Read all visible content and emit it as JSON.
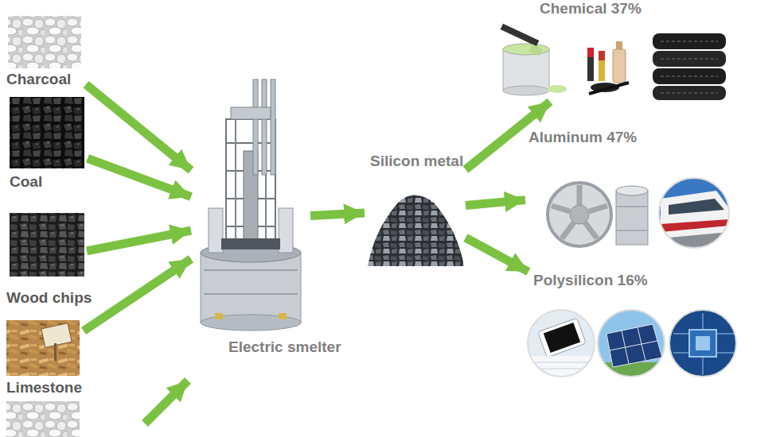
{
  "diagram": {
    "nodes": [
      {
        "text": [
          "Charcoal"
        ]
      },
      {
        "text": [
          "Coal"
        ]
      },
      {
        "text": [
          "Wood chips"
        ]
      },
      {
        "text": [
          "Limestone"
        ]
      },
      {
        "text": [
          "Electric smelter"
        ]
      },
      {
        "text": [
          "Silicon metal"
        ]
      },
      {
        "text": [
          "Chemical 37%"
        ]
      },
      {
        "text": [
          "Aluminum 47%"
        ]
      },
      {
        "text": [
          "Polysilicon 16%"
        ]
      }
    ],
    "edges": [
      {
        "from": 0,
        "to": 4,
        "arrow": "to"
      },
      {
        "from": 1,
        "to": 4,
        "arrow": "to"
      },
      {
        "from": 2,
        "to": 4,
        "arrow": "to"
      },
      {
        "from": 3,
        "to": 4,
        "arrow": "to"
      },
      {
        "from": 4,
        "to": 5,
        "arrow": "to"
      },
      {
        "from": 5,
        "to": 6,
        "arrow": "to"
      },
      {
        "from": 5,
        "to": 7,
        "arrow": "to"
      },
      {
        "from": 5,
        "to": 8,
        "arrow": "to"
      }
    ]
  }
}
